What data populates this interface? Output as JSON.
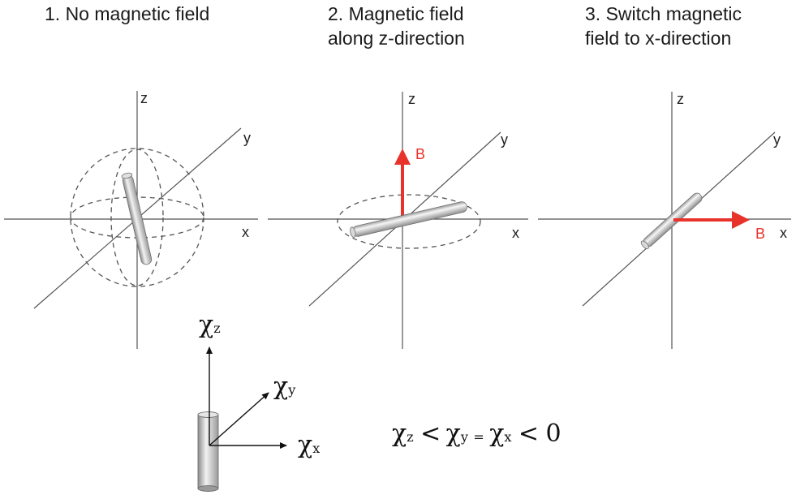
{
  "panels": [
    {
      "title_lines": [
        "1. No magnetic field"
      ],
      "axes": {
        "x": "x",
        "y": "y",
        "z": "z"
      }
    },
    {
      "title_lines": [
        "2. Magnetic field",
        "along z-direction"
      ],
      "axes": {
        "x": "x",
        "y": "y",
        "z": "z"
      },
      "field_label": "B"
    },
    {
      "title_lines": [
        "3. Switch magnetic",
        "field to x-direction"
      ],
      "axes": {
        "x": "x",
        "y": "y",
        "z": "z"
      },
      "field_label": "B"
    }
  ],
  "legend": {
    "symbol": "χ",
    "z_sub": "z",
    "y_sub": "y",
    "x_sub": "x"
  },
  "relation": {
    "chi": "χ",
    "z": "z",
    "lt": "<",
    "y": "y",
    "eq": "=",
    "x": "x",
    "zero": "0"
  },
  "colors": {
    "axis": "#555555",
    "field_arrow": "#e8332a",
    "rod_light": "#f4f4f4",
    "rod_dark": "#9a9a9a"
  }
}
